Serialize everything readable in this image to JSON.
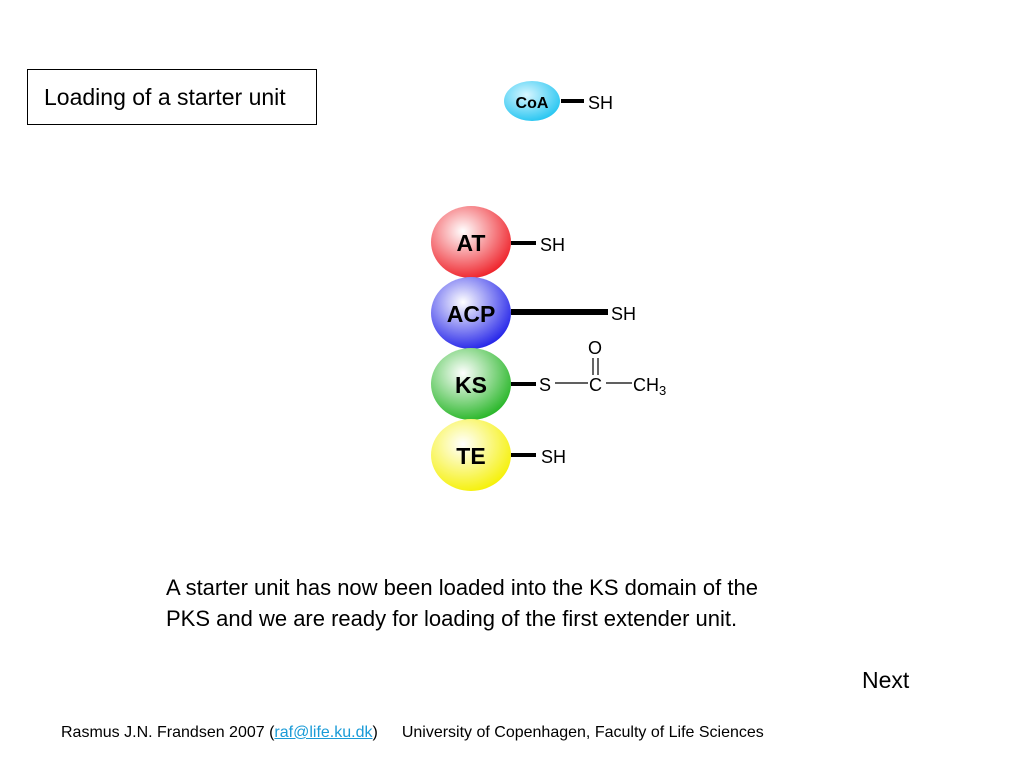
{
  "title": "Loading of a starter unit",
  "coa": {
    "label": "CoA",
    "group": "SH"
  },
  "domains": [
    {
      "label": "AT",
      "group": "SH",
      "color": "#ee1c24"
    },
    {
      "label": "ACP",
      "group": "SH",
      "color": "#1e1ee8"
    },
    {
      "label": "KS",
      "sulfur": "S",
      "carbon": "C",
      "oxygen": "O",
      "methyl": "CH",
      "methyl_sub": "3",
      "color": "#22b422"
    },
    {
      "label": "TE",
      "group": "SH",
      "color": "#f5f000"
    }
  ],
  "caption_line1": "A starter unit has now been loaded into the KS domain of the",
  "caption_line2": "PKS and we are ready for loading of the first extender unit.",
  "next_label": "Next",
  "footer": {
    "author": "Rasmus J.N. Frandsen 2007 (",
    "email": "raf@life.ku.dk",
    "close": ")",
    "institution": "University of Copenhagen, Faculty of Life Sciences"
  }
}
